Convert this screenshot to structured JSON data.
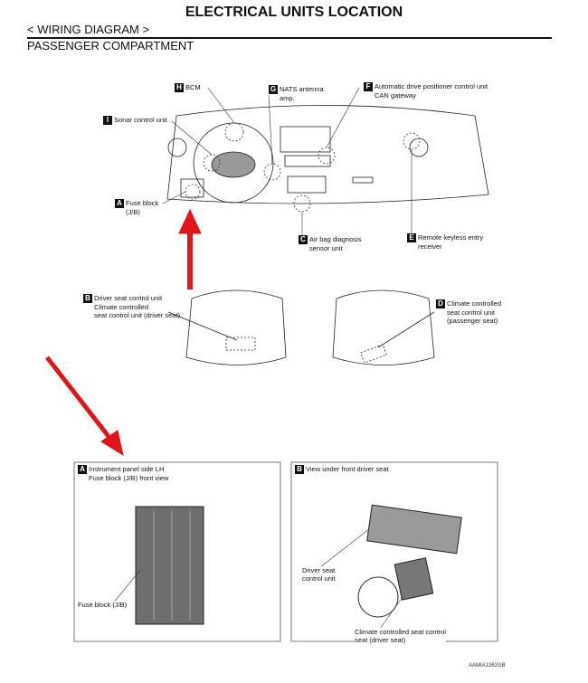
{
  "header": {
    "title": "ELECTRICAL UNITS LOCATION",
    "breadcrumb": "< WIRING DIAGRAM >",
    "section": "PASSENGER COMPARTMENT"
  },
  "callouts": [
    {
      "letter": "H",
      "text": "BCM"
    },
    {
      "letter": "G",
      "text": "NATS antenna",
      "text2": "amp."
    },
    {
      "letter": "F",
      "text": "Automatic drive positioner control unit",
      "text2": "CAN gateway"
    },
    {
      "letter": "I",
      "text": "Sonar control unit"
    },
    {
      "letter": "A",
      "text": "Fuse block",
      "text2": "(J/B)"
    },
    {
      "letter": "C",
      "text": "Air bag diagnosis",
      "text2": "sensor unit"
    },
    {
      "letter": "E",
      "text": "Remote keyless entry",
      "text2": "receiver"
    },
    {
      "letter": "B",
      "text": "Driver seat control unit",
      "text2": "Climate controlled",
      "text3": "seat control unit (driver seat)"
    },
    {
      "letter": "D",
      "text": "Climate controlled",
      "text2": "seat control unit",
      "text3": "(passenger seat)"
    }
  ],
  "panels": {
    "a": {
      "letter": "A",
      "title": "Instrument panel side LH",
      "title2": "Fuse block (J/B) front view",
      "label": "Fuse block (J/B)"
    },
    "b": {
      "letter": "B",
      "title": "View under front driver seat",
      "label1": "Driver seat",
      "label1b": "control unit",
      "label2": "Climate controlled seat control",
      "label2b": "seat (driver seat)"
    }
  },
  "figure_code": "AAMIA1362GB",
  "colors": {
    "arrow": "#e0141b"
  }
}
